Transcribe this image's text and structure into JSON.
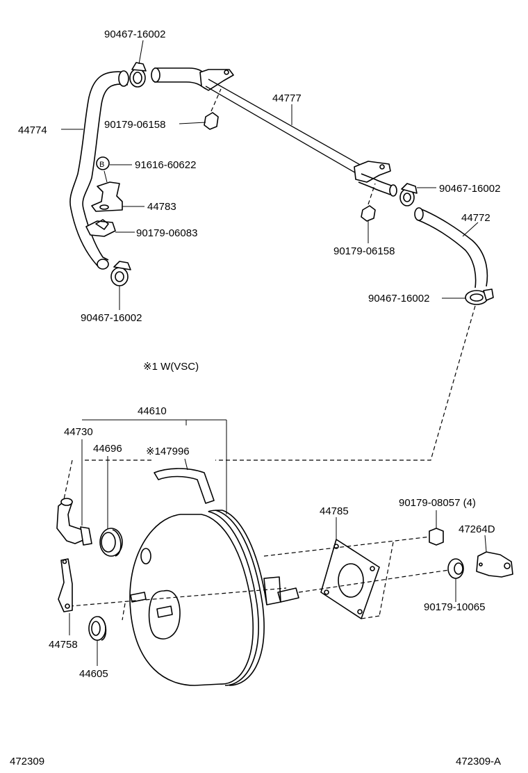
{
  "labels": {
    "hose_clamp_top_left": "90467-16002",
    "hose_left": "44774",
    "clip_top": "90179-06158",
    "bolt_b": "91616-60622",
    "b_marker": "B",
    "bracket": "44783",
    "nut": "90179-06083",
    "hose_clamp_bottom_left": "90467-16002",
    "pipe": "44777",
    "hose_clamp_right": "90467-16002",
    "clip_mid": "90179-06158",
    "hose_right": "44772",
    "hose_clamp_right_lower": "90467-16002",
    "note_vsc": "※1 W(VSC)",
    "booster_assy": "44610",
    "check_valve_union": "44730",
    "grommet": "44696",
    "gasket_vsc": "※147996",
    "plate": "44785",
    "nut_4": "90179-08057 (4)",
    "clevis": "47264D",
    "nut_clevis": "90179-10065",
    "bracket_small": "44758",
    "seal": "44605",
    "page_id_left": "472309",
    "page_id_right": "472309-A"
  }
}
